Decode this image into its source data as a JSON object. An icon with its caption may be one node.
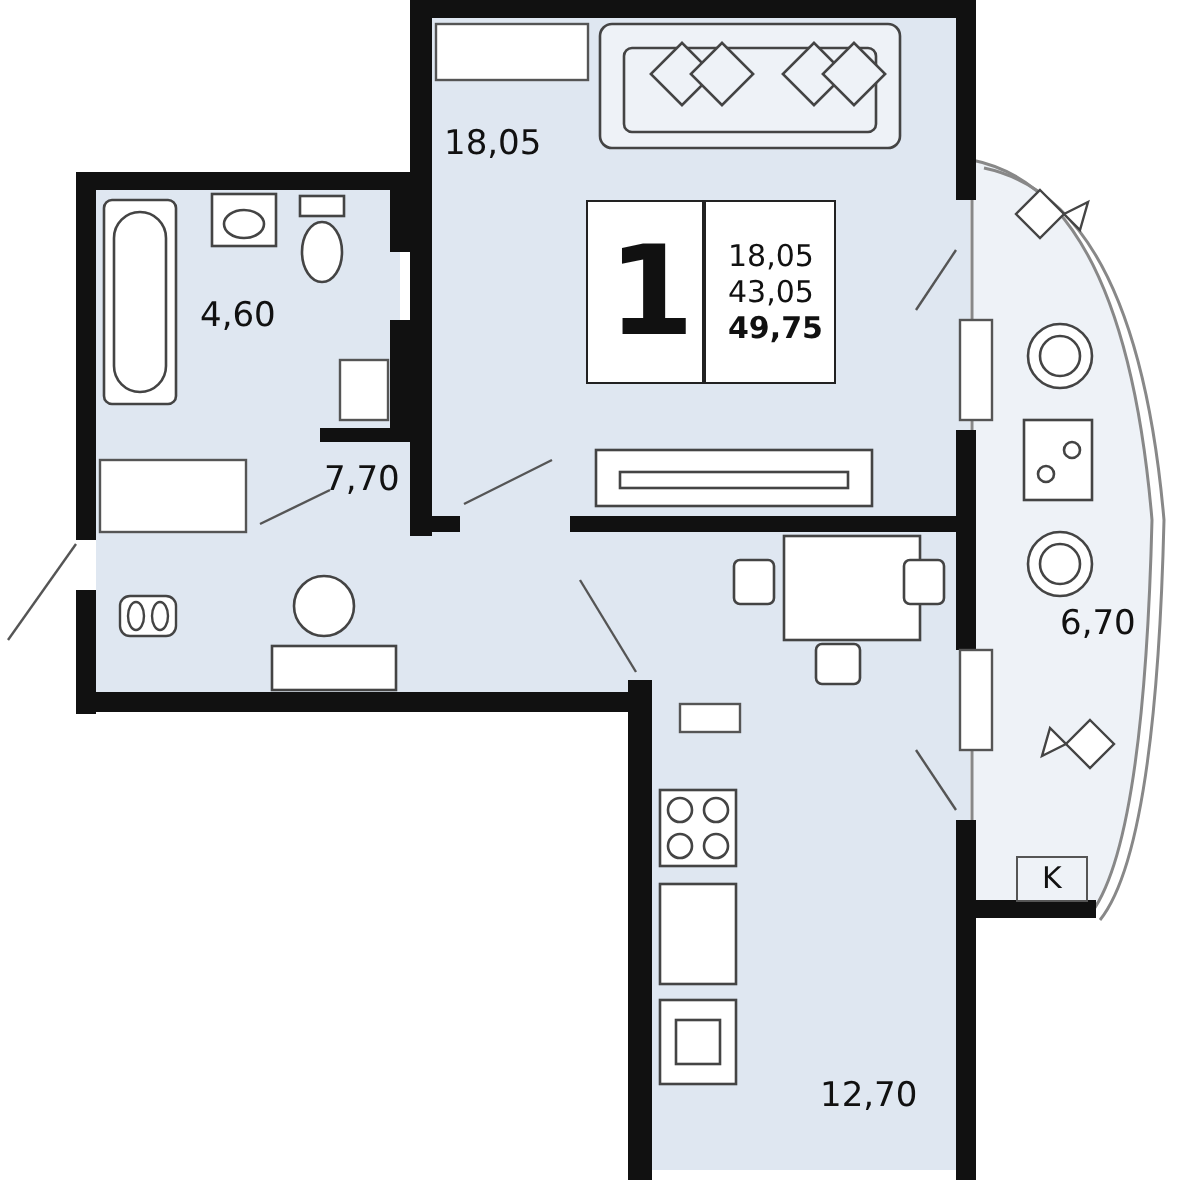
{
  "diagram": {
    "labels": [
      "18,05",
      "1",
      "18,05",
      "43,05",
      "49,75",
      "4,60",
      "7,70",
      "6,70",
      "K",
      "12,70"
    ]
  }
}
